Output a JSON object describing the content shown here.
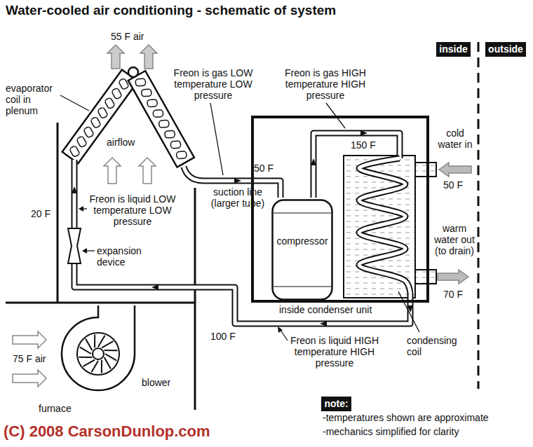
{
  "diagram": {
    "title": "Water-cooled air conditioning - schematic of system",
    "nodes": [
      {
        "text": [
          "inside condenser unit"
        ]
      },
      {
        "text": [
          "compressor"
        ],
        "in": 0
      },
      {
        "text": [
          "inside"
        ]
      },
      {
        "text": [
          "outside"
        ]
      },
      {
        "text": [
          "note:"
        ]
      }
    ],
    "labels": [
      "55 F air",
      "evaporator coil in plenum",
      "airflow",
      "Freon is gas LOW temperature LOW pressure",
      "Freon is gas HIGH temperature HIGH pressure",
      "150 F",
      "50 F",
      "suction line (larger tube)",
      "cold water in",
      "50 F",
      "20 F",
      "Freon is liquid LOW temperature LOW pressure",
      "expansion device",
      "warm water out (to drain)",
      "70 F",
      "100 F",
      "Freon is liquid HIGH temperature HIGH pressure",
      "condensing coil",
      "75 F air",
      "blower",
      "furnace",
      "-temperatures shown are approximate",
      "-mechanics simplified for clarity",
      "(C) 2008 CarsonDunlop.com"
    ]
  }
}
